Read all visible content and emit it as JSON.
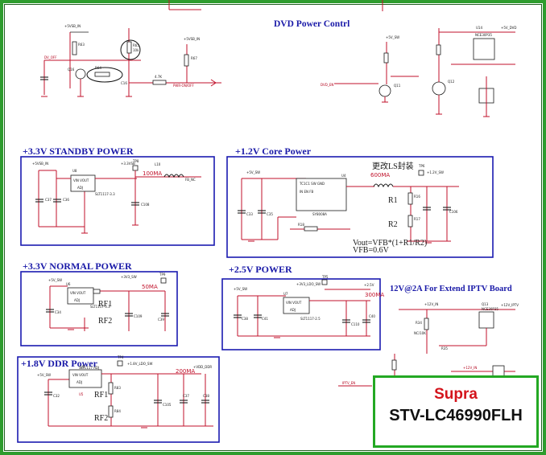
{
  "titles": {
    "dvd": "DVD  Power Contrl",
    "standby": "+3.3V STANDBY POWER",
    "core": "+1.2V Core Power",
    "normal": "+3.3V NORMAL POWER",
    "v25": "+2.5V  POWER",
    "ddr": "+1.8V DDR Power",
    "iptv": "12V@2A For Extend IPTV Board"
  },
  "notes": {
    "ma600": "600MA",
    "chinese": "更改LS封装",
    "r1": "R1",
    "r2": "R2",
    "vout": "Vout=VFB*(1+R1/R2)",
    "vfb": "VFB=0.6V",
    "ma100": "100MA",
    "ma50": "50MA",
    "rf1_normal": "RF1",
    "rf2_normal": "RF2",
    "ma300": "300MA",
    "ma200": "200MA",
    "rf1_ddr": "RF1",
    "rf2_ddr": "RF2"
  },
  "labels": {
    "dvd_5v_in": "+5VSB_IN",
    "dvd_onoff": "DV_OFF",
    "dvd_r63": "R63",
    "dvd_r6x": "10k",
    "dvd_c16": "C16",
    "dvd_q16": "Q16",
    "dvd_r64": "R64",
    "dvd_r65": "R65",
    "dvd_4k7": "4.7K",
    "dvd_out": "PWR-ON/OFF",
    "dvd_r67": "R67",
    "dvd_5vin2": "+5VSB_IN",
    "dvd_sw": "+5V_SW",
    "dvd_dvden": "DVD_EN",
    "dvd_q11": "Q11",
    "dvd_q12": "Q12",
    "dvd_u14": "U14",
    "dvd_mos": "NCE30P35",
    "dvd_out2": "+5V_DVD",
    "sb_in": "+5VSB_IN",
    "sb_u8": "U8",
    "sb_ic": "SLT1117-3.3",
    "sb_out": "+3.3VSB",
    "sb_tp": "TP8",
    "sb_l": "L10",
    "sb_fb": "FB_NC",
    "sb_c37": "C37",
    "sb_c36": "C36",
    "sb_c108": "C108",
    "core_in": "+5V_SW",
    "core_u4": "U4",
    "core_ic": "SY8008A",
    "core_out": "+1.2V_SW",
    "core_tp": "TP6",
    "core_c33": "C33",
    "core_c35": "C35",
    "core_r16": "R16",
    "core_r17": "R17",
    "core_c106": "C106",
    "core_r18": "R18",
    "nm_in": "+5V_SW",
    "nm_u6": "U6",
    "nm_ic": "SLT1117-3.3",
    "nm_out": "+3V3_SW",
    "nm_tp": "TP9",
    "nm_c34": "C34",
    "nm_c109": "C109",
    "nm_c39": "C39",
    "v25_in": "+5V_SW",
    "v25_in2": "+3V3_LDO_SW",
    "v25_u7": "U7",
    "v25_ic": "SLT1117-2.5",
    "v25_out": "+2.5V",
    "v25_tp": "TP5",
    "v25_c38": "C38",
    "v25_c41": "C41",
    "v25_c110": "C110",
    "v25_c40": "C40",
    "ddr_in": "+5V_SW",
    "ddr_u5": "U5",
    "ddr_ic": "SLT1117-ADJ",
    "ddr_out": "+1.8V_LDO_SW",
    "ddr_out2": "+VDD_DDR",
    "ddr_tp": "TP4",
    "ddr_r83": "R83",
    "ddr_r84": "R84",
    "ddr_c32": "C32",
    "ddr_c105": "C105",
    "ddr_c37": "C37",
    "ddr_c38": "C38",
    "ip_in": "+12V_IN",
    "ip_q": "Q13",
    "ip_mos": "NCE30P35",
    "ip_out": "+12V_IPTV",
    "ip_r34": "R34",
    "ip_r35": "R35",
    "ip_ncr": "NC/10K",
    "ip_en": "IPTV_EN",
    "ip_5v": "+12V_IN"
  },
  "brand": {
    "name": "Supra",
    "model": "STV-LC46990FLH"
  }
}
